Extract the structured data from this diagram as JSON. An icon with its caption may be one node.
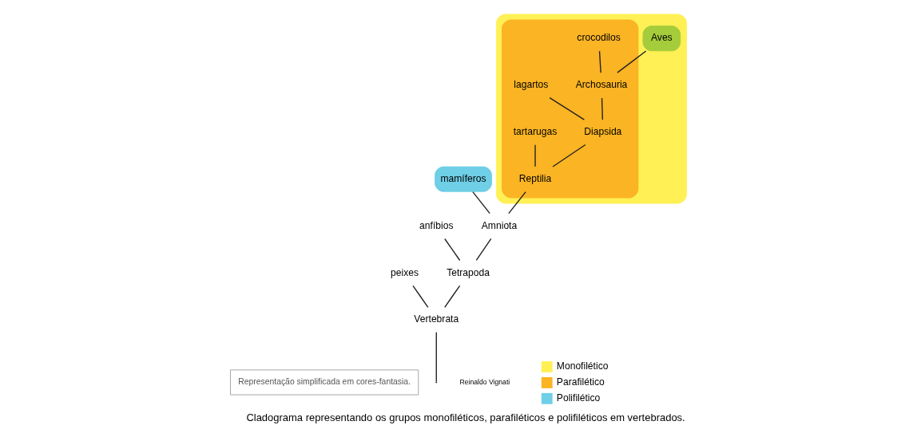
{
  "diagram": {
    "caption": "Cladograma representando os grupos monofiléticos, parafiléticos e polifiléticos em vertebrados.",
    "nodes": [
      {
        "text": [
          "Representação simplificada em cores-fantasia."
        ]
      },
      {
        "text": [
          "peixes"
        ]
      },
      {
        "text": [
          "anfíbios"
        ]
      },
      {
        "text": [
          "mamíferos"
        ]
      },
      {
        "text": [],
        "shape": "cloud"
      },
      {
        "text": [],
        "shape": "cloud",
        "in": 4
      },
      {
        "text": [
          "tartarugas"
        ],
        "in": 5
      },
      {
        "text": [
          "lagartos"
        ],
        "in": 5
      },
      {
        "text": [
          "crocodilos"
        ],
        "in": 5
      },
      {
        "text": [
          "Aves"
        ],
        "in": 4
      },
      {
        "text": [
          "Archosauria"
        ],
        "in": 5
      },
      {
        "text": [
          "Diapsida"
        ],
        "in": 5
      },
      {
        "text": [
          "Reptilia"
        ],
        "in": 5
      },
      {
        "text": [
          "Amniota"
        ]
      },
      {
        "text": [
          "Tetrapoda"
        ]
      },
      {
        "text": [
          "Vertebrata"
        ]
      }
    ],
    "edges": [
      {
        "from": null,
        "to": 15,
        "arrow": "none"
      },
      {
        "from": 15,
        "to": 1,
        "arrow": "none"
      },
      {
        "from": 15,
        "to": 14,
        "arrow": "none"
      },
      {
        "from": 14,
        "to": 2,
        "arrow": "none"
      },
      {
        "from": 14,
        "to": 13,
        "arrow": "none"
      },
      {
        "from": 13,
        "to": 3,
        "arrow": "none"
      },
      {
        "from": 13,
        "to": 12,
        "arrow": "none"
      },
      {
        "from": 12,
        "to": 6,
        "arrow": "none"
      },
      {
        "from": 12,
        "to": 11,
        "arrow": "none"
      },
      {
        "from": 11,
        "to": 7,
        "arrow": "none"
      },
      {
        "from": 11,
        "to": 10,
        "arrow": "none"
      },
      {
        "from": 10,
        "to": 8,
        "arrow": "none"
      },
      {
        "from": 10,
        "to": 9,
        "arrow": "none"
      }
    ],
    "labels": [
      "Reinaldo Vignati"
    ],
    "legend": [
      {
        "text": "Monofilético",
        "color": "#fff055"
      },
      {
        "text": "Parafilético",
        "color": "#fbb423"
      },
      {
        "text": "Polifilético",
        "color": "#6ecfe6"
      }
    ]
  }
}
